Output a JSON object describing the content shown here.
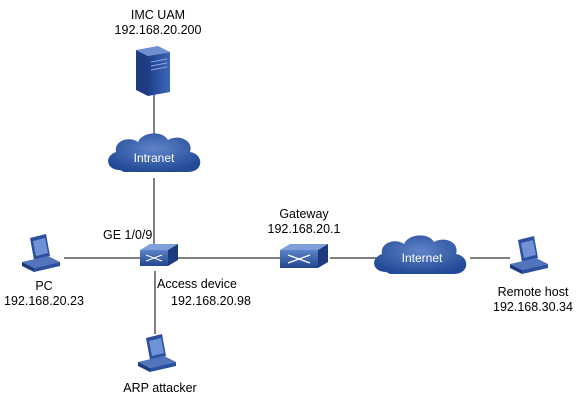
{
  "nodes": {
    "imc_server": {
      "name": "IMC UAM",
      "ip": "192.168.20.200"
    },
    "intranet": {
      "label": "Intranet"
    },
    "internet": {
      "label": "Internet"
    },
    "access_device": {
      "port": "GE 1/0/9",
      "name": "Access device",
      "ip": "192.168.20.98"
    },
    "gateway": {
      "name": "Gateway",
      "ip": "192.168.20.1"
    },
    "pc": {
      "name": "PC",
      "ip": "192.168.20.23"
    },
    "arp_attacker": {
      "name": "ARP attacker"
    },
    "remote_host": {
      "name": "Remote host",
      "ip": "192.168.30.34"
    }
  },
  "colors": {
    "cloud": "#2e59a8",
    "device": "#2c4fa0",
    "line": "#000000"
  }
}
